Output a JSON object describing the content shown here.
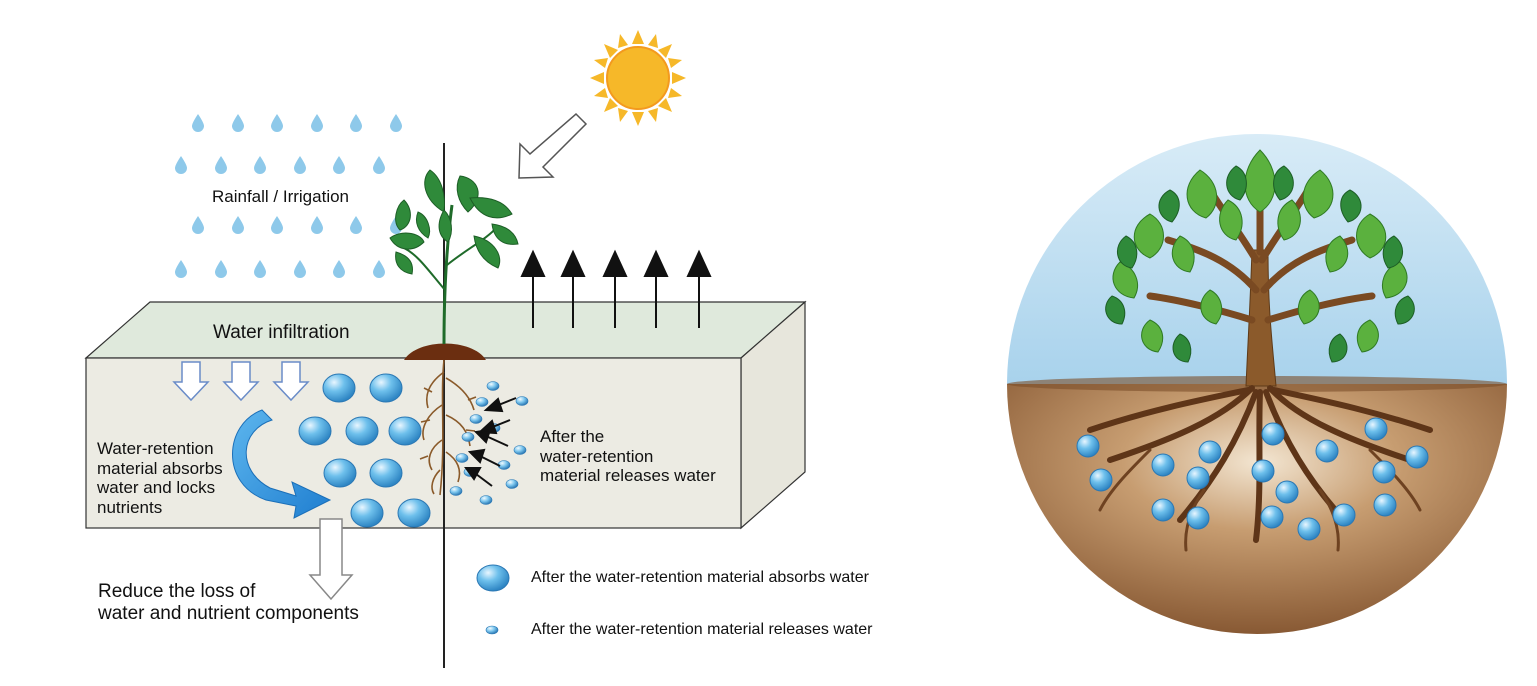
{
  "diagram": {
    "rain_label": "Rainfall / Irrigation",
    "infiltration_label": "Water infiltration",
    "absorb_label_lines": [
      "Water-retention",
      "material absorbs",
      "water and locks",
      "nutrients"
    ],
    "release_label_lines": [
      "After the",
      "water-retention",
      "material releases water"
    ],
    "loss_label_lines": [
      "Reduce the loss of",
      "water and nutrient components"
    ],
    "legend": {
      "absorbed": "After the water-retention material absorbs water",
      "released": "After the water-retention material releases water"
    }
  },
  "colors": {
    "water_drop": "#5fb3e3",
    "soil_front": "#ecebe3",
    "soil_top": "#dfe9dc",
    "sun": "#f6b829",
    "leaf_green": "#2f8a3a",
    "circle_sky": "#c9e3f2",
    "circle_soil": "#8a5a32",
    "curve_arrow": "#2f8fd8"
  },
  "icons": [
    "sun-icon",
    "rain-drop-icon",
    "plant-icon",
    "tree-icon",
    "water-bead-icon",
    "arrow-icon"
  ]
}
